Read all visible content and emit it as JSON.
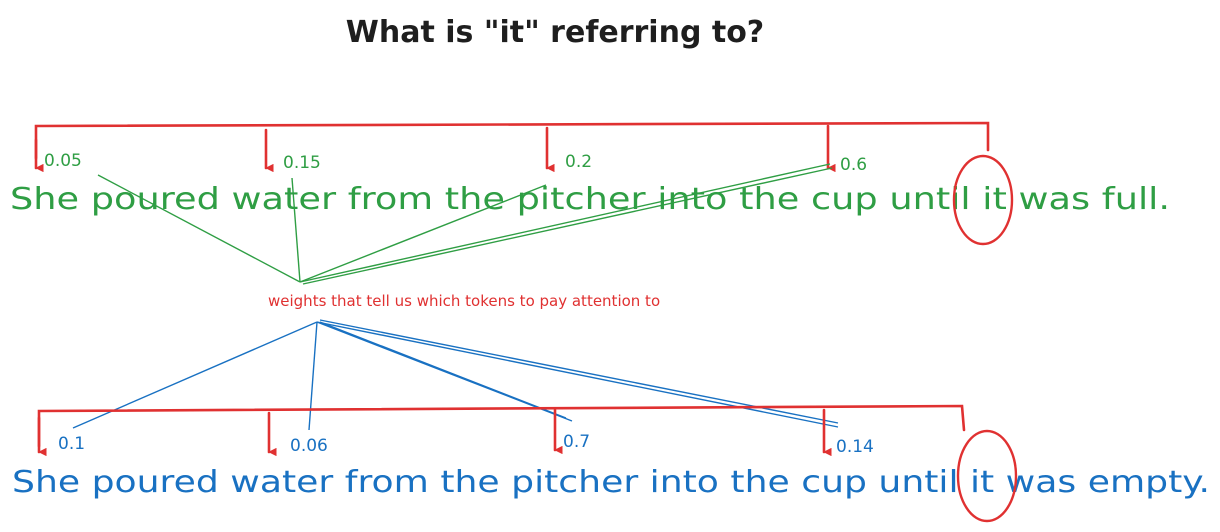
{
  "title": "What is \"it\" referring to?",
  "annotation": "weights that tell us which tokens to pay attention to",
  "sentence_top": {
    "text": "She poured water from the pitcher into the cup until it was full.",
    "weights": [
      "0.05",
      "0.15",
      "0.2",
      "0.6"
    ]
  },
  "sentence_bottom": {
    "text": "She poured water from the pitcher into the cup until it was empty.",
    "weights": [
      "0.1",
      "0.06",
      "0.7",
      "0.14"
    ]
  },
  "colors": {
    "title": "#1e1e1e",
    "green": "#2f9e44",
    "blue": "#1971c2",
    "red": "#e03131"
  }
}
